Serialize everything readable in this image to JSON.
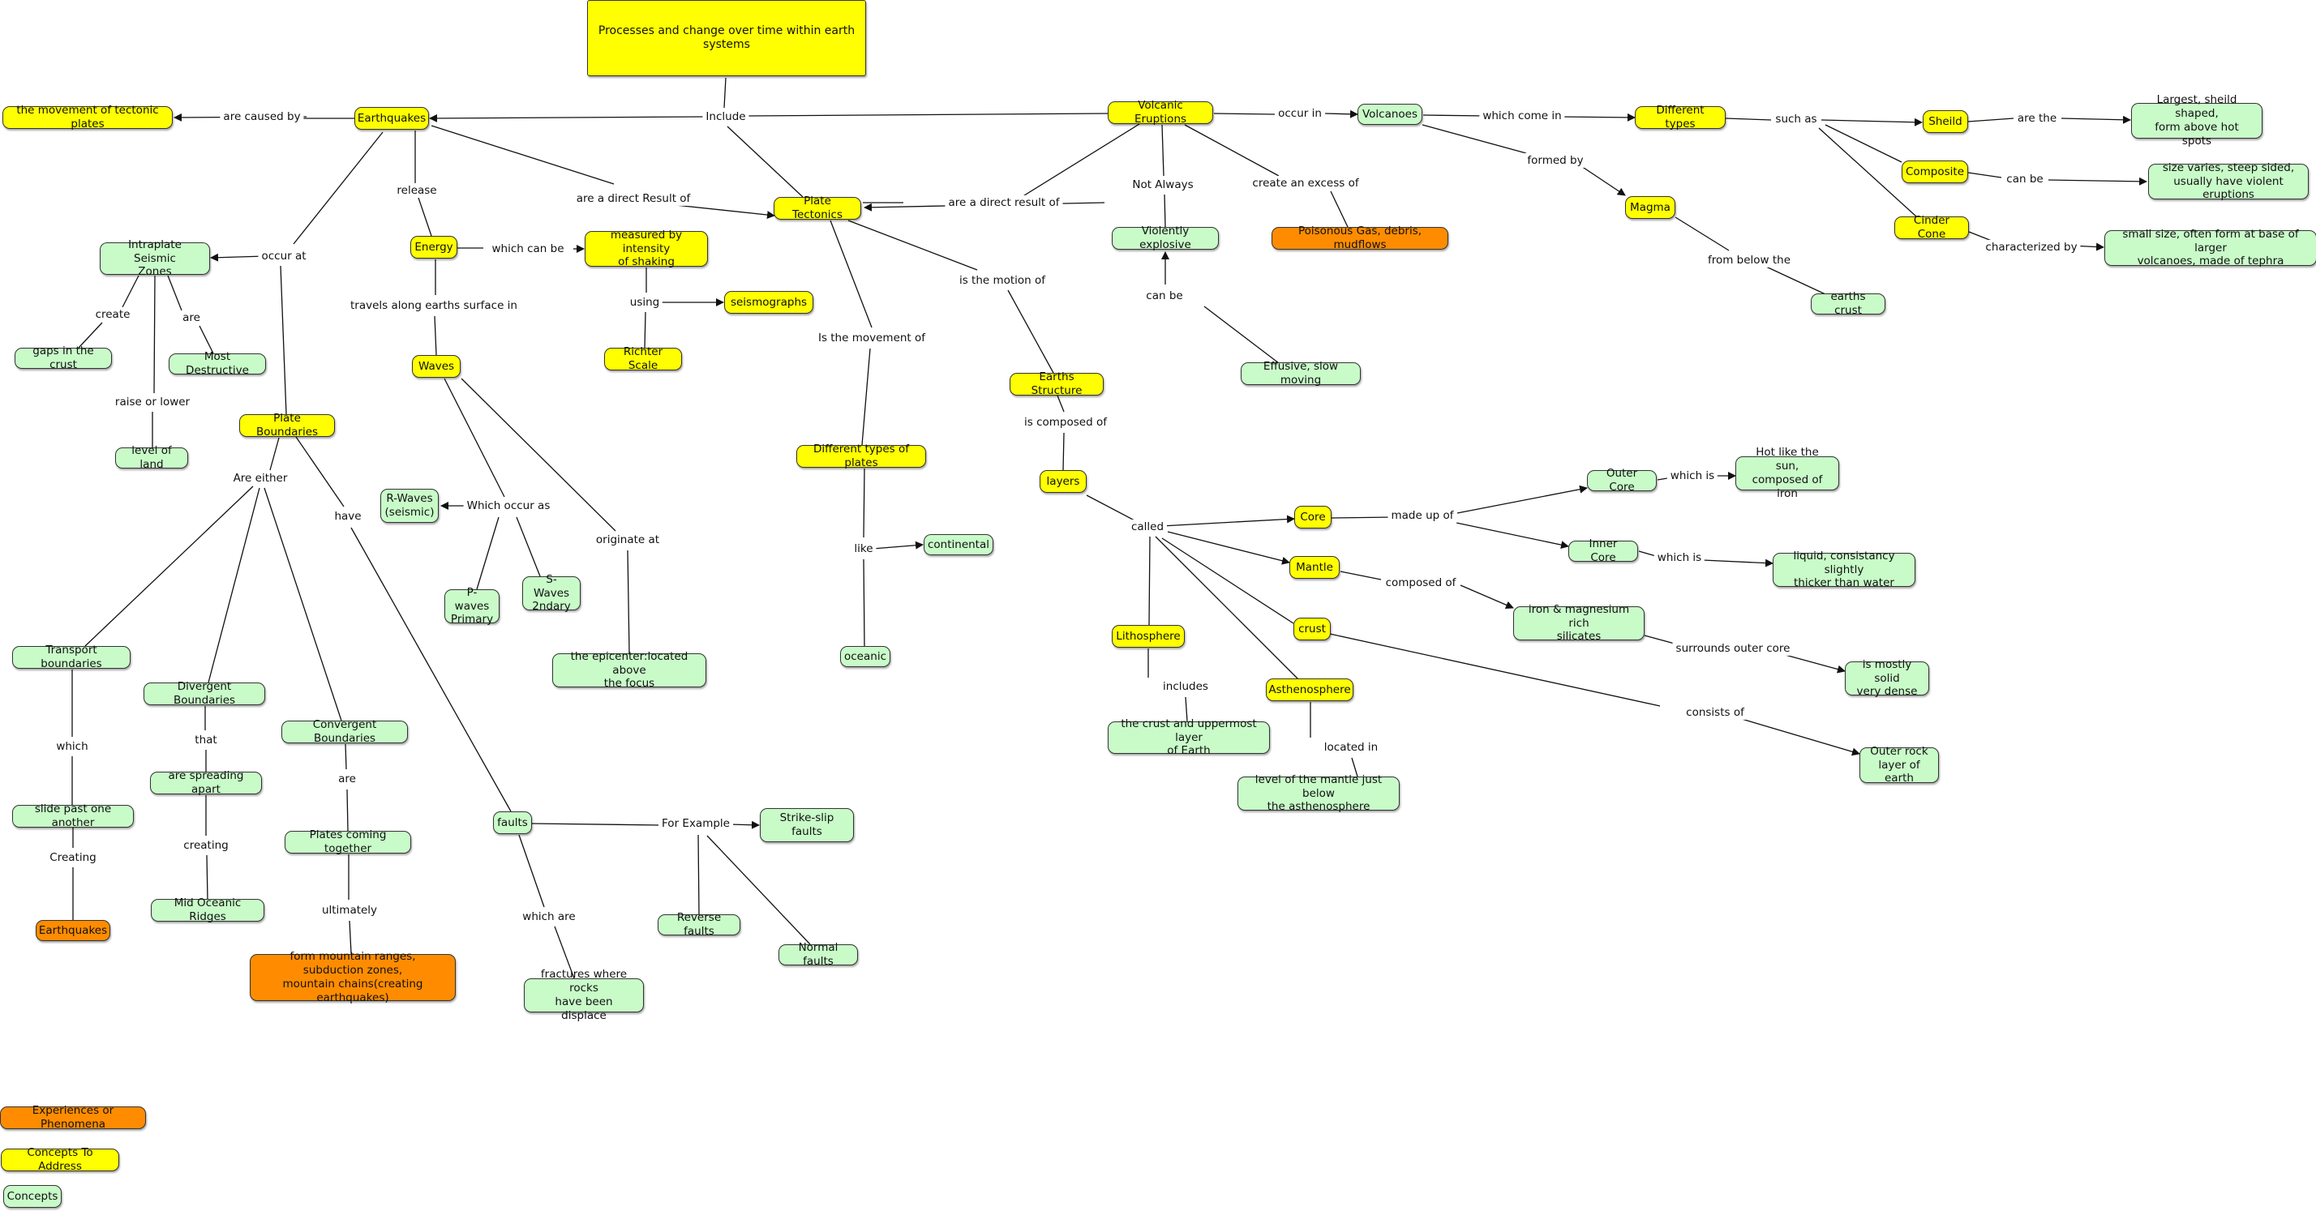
{
  "diagram": {
    "nodes": [
      {
        "id": "title",
        "text": "Processes and change over time within earth systems",
        "color": "yellow"
      },
      {
        "id": "earthquakes",
        "text": "Earthquakes",
        "color": "yellow"
      },
      {
        "id": "tectonic",
        "text": "the movement of tectonic plates",
        "color": "yellow"
      },
      {
        "id": "intraplate",
        "text": "Intraplate Seismic\nZones",
        "color": "green"
      },
      {
        "id": "gaps",
        "text": "gaps in the crust",
        "color": "green"
      },
      {
        "id": "mostdestr",
        "text": "Most Destructive",
        "color": "green"
      },
      {
        "id": "leveland",
        "text": "level of land",
        "color": "green"
      },
      {
        "id": "plateb",
        "text": "Plate Boundaries",
        "color": "yellow"
      },
      {
        "id": "transport",
        "text": "Transport boundaries",
        "color": "green"
      },
      {
        "id": "slide",
        "text": "slide past one another",
        "color": "green"
      },
      {
        "id": "eq2",
        "text": "Earthquakes",
        "color": "orange"
      },
      {
        "id": "divergent",
        "text": "Divergent Boundaries",
        "color": "green"
      },
      {
        "id": "spreading",
        "text": "are spreading apart",
        "color": "green"
      },
      {
        "id": "midocean",
        "text": "Mid Oceanic Ridges",
        "color": "green"
      },
      {
        "id": "convergent",
        "text": "Convergent Boundaries",
        "color": "green"
      },
      {
        "id": "coming",
        "text": "Plates coming together",
        "color": "green"
      },
      {
        "id": "formmtn",
        "text": "form mountain ranges,\nsubduction zones,\nmountain chains(creating earthquakes)",
        "color": "orange"
      },
      {
        "id": "faults",
        "text": "faults",
        "color": "green"
      },
      {
        "id": "strikeslip",
        "text": "Strike-slip faults",
        "color": "green"
      },
      {
        "id": "reverse",
        "text": "Reverse faults",
        "color": "green"
      },
      {
        "id": "normal",
        "text": "Normal faults",
        "color": "green"
      },
      {
        "id": "fractures",
        "text": "fractures where rocks\nhave been displace",
        "color": "green"
      },
      {
        "id": "energy",
        "text": "Energy",
        "color": "yellow"
      },
      {
        "id": "measured",
        "text": "measured by intensity\nof shaking",
        "color": "yellow"
      },
      {
        "id": "seismo",
        "text": "seismographs",
        "color": "yellow"
      },
      {
        "id": "richter",
        "text": "Richter Scale",
        "color": "yellow"
      },
      {
        "id": "waves",
        "text": "Waves",
        "color": "yellow"
      },
      {
        "id": "rwaves",
        "text": "R-Waves\n(seismic)",
        "color": "green"
      },
      {
        "id": "pwaves",
        "text": "P-waves\nPrimary",
        "color": "green"
      },
      {
        "id": "swaves",
        "text": "S-Waves\n2ndary",
        "color": "green"
      },
      {
        "id": "epicenter",
        "text": "the epicenter:located above\nthe focus",
        "color": "green"
      },
      {
        "id": "platetect",
        "text": "Plate Tectonics",
        "color": "yellow"
      },
      {
        "id": "difftypesplates",
        "text": "Different types of plates",
        "color": "yellow"
      },
      {
        "id": "continental",
        "text": "continental",
        "color": "green"
      },
      {
        "id": "oceanic",
        "text": "oceanic",
        "color": "green"
      },
      {
        "id": "earthstruct",
        "text": "Earths Structure",
        "color": "yellow"
      },
      {
        "id": "layers",
        "text": "layers",
        "color": "yellow"
      },
      {
        "id": "core",
        "text": "Core",
        "color": "yellow"
      },
      {
        "id": "mantle",
        "text": "Mantle",
        "color": "yellow"
      },
      {
        "id": "crust",
        "text": "crust",
        "color": "yellow"
      },
      {
        "id": "lithosphere",
        "text": "Lithosphere",
        "color": "yellow"
      },
      {
        "id": "crustupper",
        "text": "the crust and uppermost layer\nof Earth",
        "color": "green"
      },
      {
        "id": "astheno",
        "text": "Asthenosphere",
        "color": "yellow"
      },
      {
        "id": "levelmantle",
        "text": "level of the mantle just below\nthe asthenosphere",
        "color": "green"
      },
      {
        "id": "outercore",
        "text": "Outer Core",
        "color": "green"
      },
      {
        "id": "hotsun",
        "text": "Hot like the sun,\ncomposed of iron",
        "color": "green"
      },
      {
        "id": "innercore",
        "text": "Inner Core",
        "color": "green"
      },
      {
        "id": "liquid",
        "text": "liquid, consistancy slightly\nthicker than water",
        "color": "green"
      },
      {
        "id": "ironmag",
        "text": "iron & magnesium rich\nsilicates",
        "color": "green"
      },
      {
        "id": "solid",
        "text": "is mostly solid\nvery dense",
        "color": "green"
      },
      {
        "id": "outerrock",
        "text": "Outer rock\nlayer of earth",
        "color": "green"
      },
      {
        "id": "volcerupt",
        "text": "Volcanic Eruptions",
        "color": "yellow"
      },
      {
        "id": "violent",
        "text": "Violently explosive",
        "color": "green"
      },
      {
        "id": "effusive",
        "text": "Effusive, slow moving",
        "color": "green"
      },
      {
        "id": "poison",
        "text": "Poisonous Gas, debris, mudflows",
        "color": "orange"
      },
      {
        "id": "volcanoes",
        "text": "Volcanoes",
        "color": "green"
      },
      {
        "id": "difftypes",
        "text": "Different types",
        "color": "yellow"
      },
      {
        "id": "magma",
        "text": "Magma",
        "color": "yellow"
      },
      {
        "id": "earthcrust",
        "text": "earths crust",
        "color": "green"
      },
      {
        "id": "sheild",
        "text": "Sheild",
        "color": "yellow"
      },
      {
        "id": "composite",
        "text": "Composite",
        "color": "yellow"
      },
      {
        "id": "cinder",
        "text": "Cinder Cone",
        "color": "yellow"
      },
      {
        "id": "largest",
        "text": "Largest, sheild shaped,\nform above hot spots",
        "color": "green"
      },
      {
        "id": "sizevaries",
        "text": "size varies, steep sided,\nusually have violent eruptions",
        "color": "green"
      },
      {
        "id": "smallsize",
        "text": "small size, often form at base of larger\nvolcanoes, made of tephra",
        "color": "green"
      },
      {
        "id": "legend1",
        "text": "Experiences or Phenomena",
        "color": "orange"
      },
      {
        "id": "legend2",
        "text": "Concepts To Address",
        "color": "yellow"
      },
      {
        "id": "legend3",
        "text": "Concepts",
        "color": "green"
      }
    ],
    "labels": [
      {
        "id": "include",
        "text": "Include"
      },
      {
        "id": "arecaused",
        "text": "are caused by"
      },
      {
        "id": "release",
        "text": "release"
      },
      {
        "id": "directres1",
        "text": "are a direct Result of"
      },
      {
        "id": "occurat",
        "text": "occur at"
      },
      {
        "id": "create",
        "text": "create"
      },
      {
        "id": "are1",
        "text": "are"
      },
      {
        "id": "raiselower",
        "text": "raise or lower"
      },
      {
        "id": "areeither",
        "text": "Are either"
      },
      {
        "id": "have",
        "text": "have"
      },
      {
        "id": "which1",
        "text": "which"
      },
      {
        "id": "creating1",
        "text": "Creating"
      },
      {
        "id": "that",
        "text": "that"
      },
      {
        "id": "creating2",
        "text": "creating"
      },
      {
        "id": "are2",
        "text": "are"
      },
      {
        "id": "ultimately",
        "text": "ultimately"
      },
      {
        "id": "forexample",
        "text": "For Example"
      },
      {
        "id": "whichare",
        "text": "which are"
      },
      {
        "id": "whichcanbe",
        "text": "which can be"
      },
      {
        "id": "using",
        "text": "using"
      },
      {
        "id": "travels",
        "text": "travels along earths surface in"
      },
      {
        "id": "whichoccur",
        "text": "Which occur as"
      },
      {
        "id": "originate",
        "text": "originate at"
      },
      {
        "id": "directres2",
        "text": "are a direct result of"
      },
      {
        "id": "ismovement",
        "text": "Is the movement of"
      },
      {
        "id": "like",
        "text": "like"
      },
      {
        "id": "ismotion",
        "text": "is the motion of"
      },
      {
        "id": "iscomposed",
        "text": "is composed of"
      },
      {
        "id": "called",
        "text": "called"
      },
      {
        "id": "madeup",
        "text": "made up of"
      },
      {
        "id": "whichis1",
        "text": "which is"
      },
      {
        "id": "whichis2",
        "text": "which is"
      },
      {
        "id": "composedof",
        "text": "composed of"
      },
      {
        "id": "surrounds",
        "text": "surrounds outer core"
      },
      {
        "id": "includes",
        "text": "includes"
      },
      {
        "id": "locatedin",
        "text": "located in"
      },
      {
        "id": "consistsof",
        "text": "consists of"
      },
      {
        "id": "notalways",
        "text": "Not Always"
      },
      {
        "id": "canbe1",
        "text": "can be"
      },
      {
        "id": "excess",
        "text": "create an excess of"
      },
      {
        "id": "occurin",
        "text": "occur in"
      },
      {
        "id": "whichcome",
        "text": "which come in"
      },
      {
        "id": "formedby",
        "text": "formed by"
      },
      {
        "id": "frombelow",
        "text": "from below the"
      },
      {
        "id": "suchas",
        "text": "such as"
      },
      {
        "id": "arethe",
        "text": "are the"
      },
      {
        "id": "canbe2",
        "text": "can be"
      },
      {
        "id": "characterized",
        "text": "characterized by"
      }
    ]
  }
}
